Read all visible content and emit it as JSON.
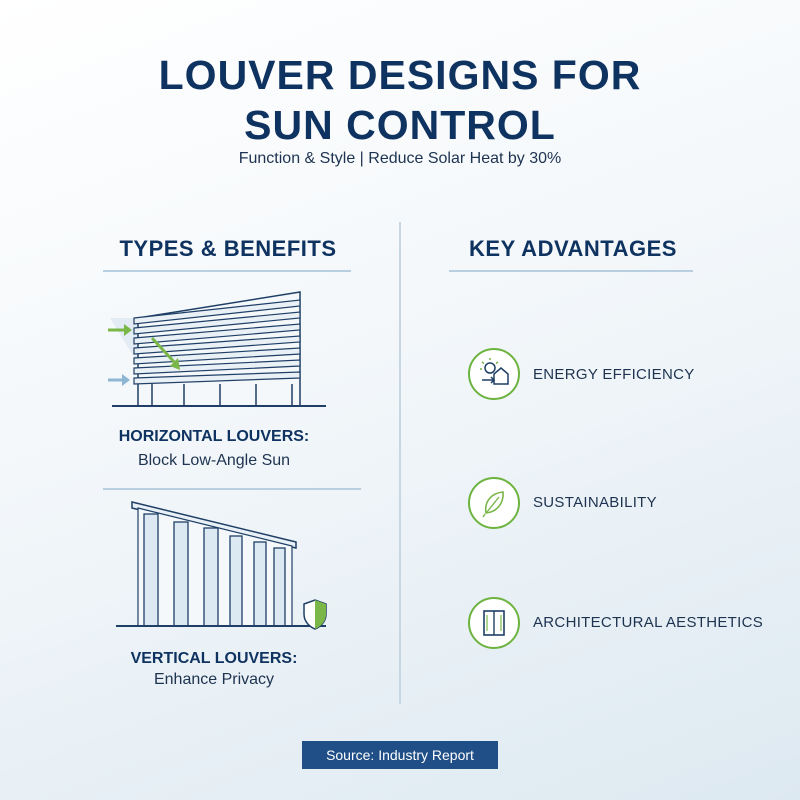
{
  "title_line1": "LOUVER DESIGNS FOR",
  "title_line2": "SUN CONTROL",
  "subtitle": "Function & Style | Reduce Solar Heat by 30%",
  "left_section": {
    "heading": "TYPES & BENEFITS",
    "items": [
      {
        "title": "HORIZONTAL LOUVERS:",
        "description": "Block Low-Angle Sun",
        "icon": "horizontal-louver-building-illustration"
      },
      {
        "title": "VERTICAL LOUVERS:",
        "description": "Enhance Privacy",
        "icon": "vertical-louver-building-illustration"
      }
    ]
  },
  "right_section": {
    "heading": "KEY ADVANTAGES",
    "items": [
      {
        "label": "ENERGY EFFICIENCY",
        "icon": "sun-house-icon"
      },
      {
        "label": "SUSTAINABILITY",
        "icon": "leaf-icon"
      },
      {
        "label": "ARCHITECTURAL AESTHETICS",
        "icon": "window-icon"
      }
    ]
  },
  "source": "Source: Industry Report",
  "colors": {
    "navy": "#0f3360",
    "accent_green": "#6db33f",
    "source_bg": "#1f4f86",
    "line_blue": "#b7cfe1"
  }
}
